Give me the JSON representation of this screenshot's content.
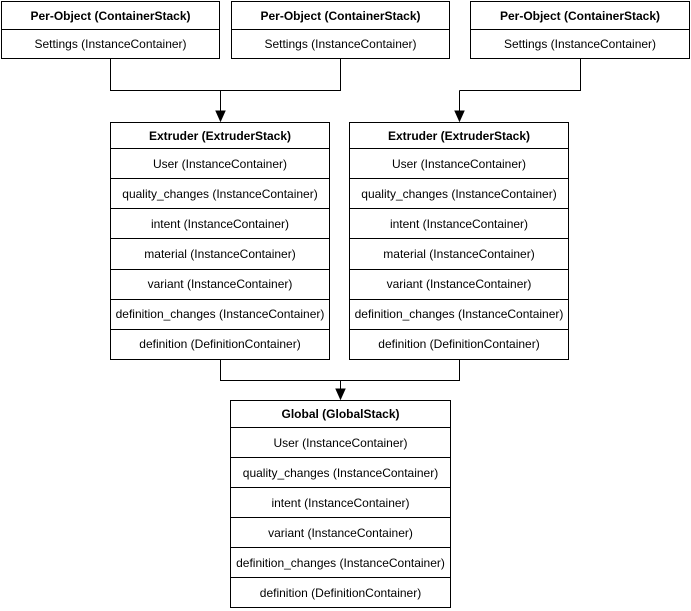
{
  "diagram": {
    "background_color": "#ffffff",
    "stroke_color": "#000000",
    "text_color": "#000000",
    "stacks": {
      "per_object_1": {
        "title": "Per-Object (ContainerStack)",
        "rows": [
          "Settings (InstanceContainer)"
        ]
      },
      "per_object_2": {
        "title": "Per-Object (ContainerStack)",
        "rows": [
          "Settings (InstanceContainer)"
        ]
      },
      "per_object_3": {
        "title": "Per-Object (ContainerStack)",
        "rows": [
          "Settings (InstanceContainer)"
        ]
      },
      "extruder_left": {
        "title": "Extruder (ExtruderStack)",
        "rows": [
          "User (InstanceContainer)",
          "quality_changes (InstanceContainer)",
          "intent (InstanceContainer)",
          "material (InstanceContainer)",
          "variant (InstanceContainer)",
          "definition_changes (InstanceContainer)",
          "definition (DefinitionContainer)"
        ]
      },
      "extruder_right": {
        "title": "Extruder (ExtruderStack)",
        "rows": [
          "User (InstanceContainer)",
          "quality_changes (InstanceContainer)",
          "intent (InstanceContainer)",
          "material (InstanceContainer)",
          "variant (InstanceContainer)",
          "definition_changes (InstanceContainer)",
          "definition (DefinitionContainer)"
        ]
      },
      "global": {
        "title": "Global (GlobalStack)",
        "rows": [
          "User (InstanceContainer)",
          "quality_changes (InstanceContainer)",
          "intent (InstanceContainer)",
          "variant (InstanceContainer)",
          "definition_changes (InstanceContainer)",
          "definition (DefinitionContainer)"
        ]
      }
    },
    "edges": [
      {
        "from": [
          "per_object_1",
          "per_object_2"
        ],
        "to": "extruder_left"
      },
      {
        "from": [
          "per_object_3"
        ],
        "to": "extruder_right"
      },
      {
        "from": [
          "extruder_left",
          "extruder_right"
        ],
        "to": "global"
      }
    ]
  }
}
